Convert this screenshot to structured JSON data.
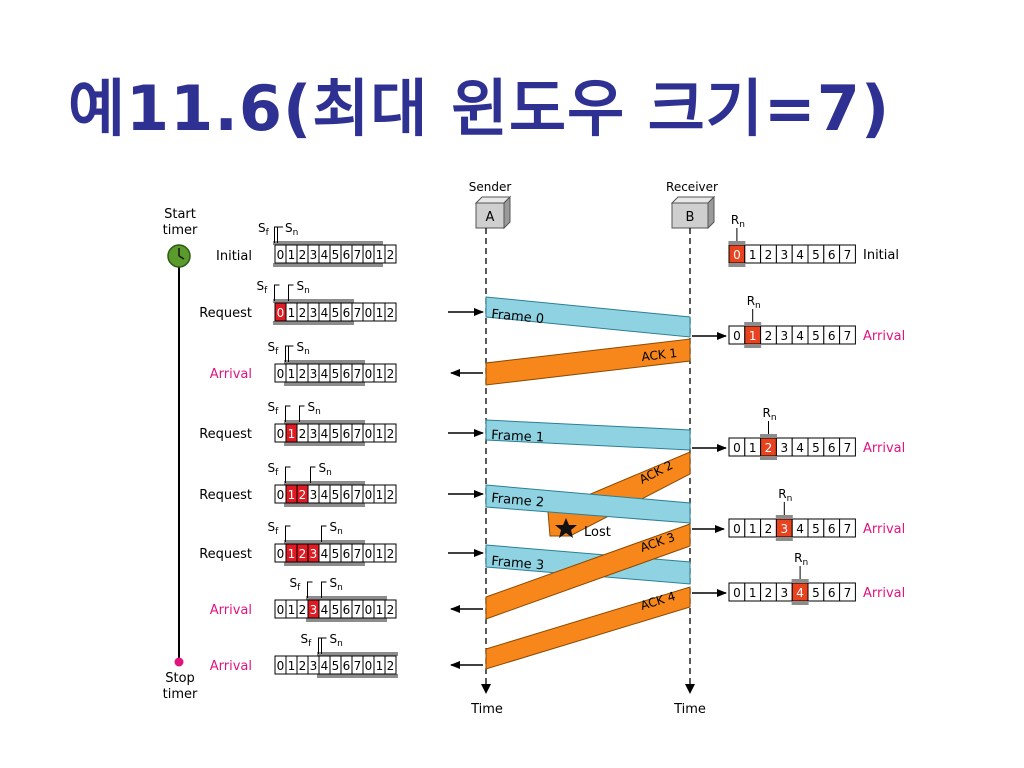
{
  "slide": {
    "title": "예11.6(최대 윈도우 크기=7)"
  },
  "diagram": {
    "timer": {
      "start_label_1": "Start",
      "start_label_2": "timer",
      "stop_label_1": "Stop",
      "stop_label_2": "timer"
    },
    "sender": {
      "heading": "Sender",
      "box_label": "A",
      "time_label": "Time"
    },
    "receiver": {
      "heading": "Receiver",
      "box_label": "B",
      "time_label": "Time"
    },
    "pointer_labels": {
      "sf": "S",
      "sf_sub": "f",
      "sn": "S",
      "sn_sub": "n",
      "rn": "R",
      "rn_sub": "n"
    },
    "sender_sequence": [
      "0",
      "1",
      "2",
      "3",
      "4",
      "5",
      "6",
      "7",
      "0",
      "1",
      "2"
    ],
    "receiver_sequence": [
      "0",
      "1",
      "2",
      "3",
      "4",
      "5",
      "6",
      "7"
    ],
    "sender_rows": [
      {
        "label": "Initial",
        "label_color": "#000000",
        "sf_index": 0,
        "sn_index": 0,
        "window_start": 0,
        "outstanding": []
      },
      {
        "label": "Request",
        "label_color": "#000000",
        "sf_index": 0,
        "sn_index": 1,
        "window_start": 0,
        "outstanding": [
          0
        ]
      },
      {
        "label": "Arrival",
        "label_color": "#e0147f",
        "sf_index": 1,
        "sn_index": 1,
        "window_start": 1,
        "outstanding": []
      },
      {
        "label": "Request",
        "label_color": "#000000",
        "sf_index": 1,
        "sn_index": 2,
        "window_start": 1,
        "outstanding": [
          1
        ]
      },
      {
        "label": "Request",
        "label_color": "#000000",
        "sf_index": 1,
        "sn_index": 3,
        "window_start": 1,
        "outstanding": [
          1,
          2
        ]
      },
      {
        "label": "Request",
        "label_color": "#000000",
        "sf_index": 1,
        "sn_index": 4,
        "window_start": 1,
        "outstanding": [
          1,
          2,
          3
        ]
      },
      {
        "label": "Arrival",
        "label_color": "#e0147f",
        "sf_index": 3,
        "sn_index": 4,
        "window_start": 3,
        "outstanding": [
          3
        ]
      },
      {
        "label": "Arrival",
        "label_color": "#e0147f",
        "sf_index": 4,
        "sn_index": 4,
        "window_start": 4,
        "outstanding": []
      }
    ],
    "receiver_rows": [
      {
        "label": "Initial",
        "label_color": "#000000",
        "rn_index": 0
      },
      {
        "label": "Arrival",
        "label_color": "#e0147f",
        "rn_index": 1
      },
      {
        "label": "Arrival",
        "label_color": "#e0147f",
        "rn_index": 2
      },
      {
        "label": "Arrival",
        "label_color": "#e0147f",
        "rn_index": 3
      },
      {
        "label": "Arrival",
        "label_color": "#e0147f",
        "rn_index": 4
      }
    ],
    "frames": [
      {
        "label": "Frame 0",
        "lost": false
      },
      {
        "label": "Frame 1",
        "lost": false
      },
      {
        "label": "Frame 2",
        "lost": false
      },
      {
        "label": "Frame 3",
        "lost": false
      }
    ],
    "acks": [
      {
        "label": "ACK 1",
        "lost": false
      },
      {
        "label": "ACK 2",
        "lost": true
      },
      {
        "label": "ACK 3",
        "lost": false
      },
      {
        "label": "ACK 4",
        "lost": false
      }
    ],
    "lost_label": "Lost",
    "colors": {
      "frame": "#8fd3e3",
      "ack": "#f7861b",
      "outstanding": "#e01b24",
      "expected": "#e8431e",
      "window_bar": "#8c8c8c",
      "timer_start": "#5a9b2b",
      "timer_stop": "#e0147f",
      "title": "#2e3192"
    }
  }
}
